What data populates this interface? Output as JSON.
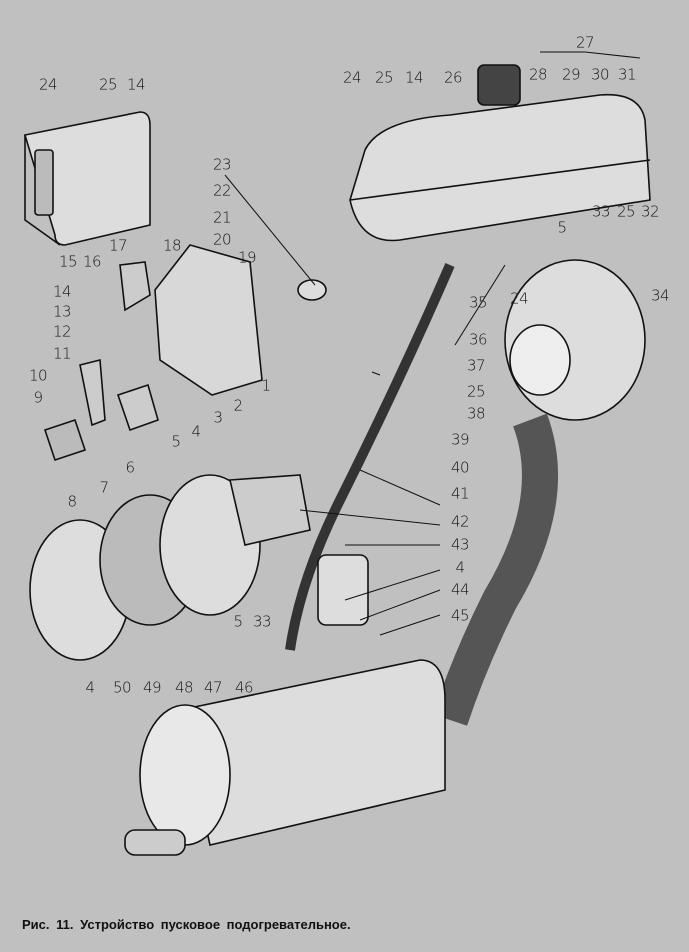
{
  "caption": "Рис. 11. Устройство пусковое подогревательное.",
  "labels": [
    "24",
    "25",
    "14",
    "23",
    "22",
    "21",
    "20",
    "19",
    "17",
    "18",
    "15",
    "16",
    "14",
    "13",
    "12",
    "11",
    "10",
    "9",
    "1",
    "2",
    "3",
    "4",
    "5",
    "6",
    "7",
    "8",
    "27",
    "24",
    "25",
    "14",
    "26",
    "28",
    "29",
    "30",
    "31",
    "5",
    "33",
    "25",
    "32",
    "34",
    "24",
    "35",
    "36",
    "37",
    "25",
    "38",
    "39",
    "40",
    "41",
    "42",
    "43",
    "4",
    "44",
    "45",
    "5",
    "33",
    "4",
    "50",
    "49",
    "48",
    "47",
    "46"
  ]
}
